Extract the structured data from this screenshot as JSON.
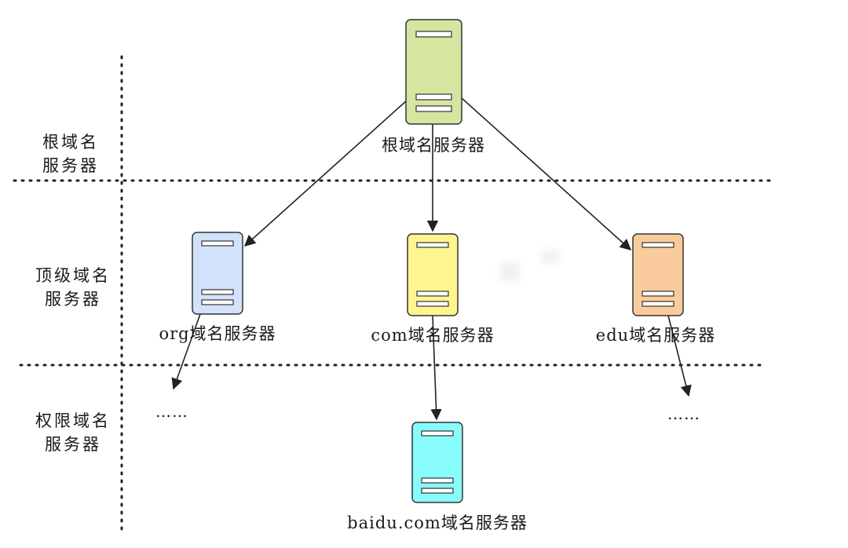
{
  "tiers": [
    {
      "line1": "根域名",
      "line2": "服务器"
    },
    {
      "line1": "顶级域名",
      "line2": "服务器"
    },
    {
      "line1": "权限域名",
      "line2": "服务器"
    }
  ],
  "servers": {
    "root": {
      "label": "根域名服务器",
      "color": "#d4e6a0"
    },
    "org": {
      "label": "org域名服务器",
      "color": "#d2e2fa"
    },
    "com": {
      "label": "com域名服务器",
      "color": "#fff58f"
    },
    "edu": {
      "label": "edu域名服务器",
      "color": "#f9cb9c"
    },
    "baidu": {
      "label": "baidu.com域名服务器",
      "color": "#88fbfb"
    }
  },
  "ellipsis_left": "……",
  "ellipsis_right": "……"
}
